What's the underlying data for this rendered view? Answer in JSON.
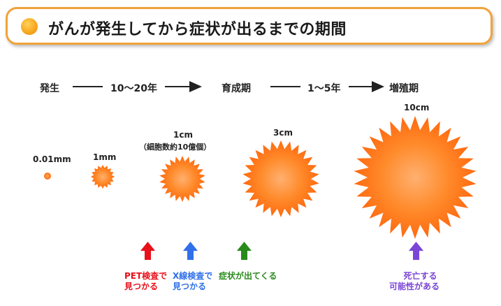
{
  "title": "がんが発生してから症状が出るまでの期間",
  "stages": {
    "onset": "発生",
    "period1": "10〜20年",
    "growth": "育成期",
    "period2": "1〜5年",
    "proliferation": "増殖期"
  },
  "sizes": {
    "s1": "0.01mm",
    "s2": "1mm",
    "s3": "1cm",
    "s3_sub": "（細胞数約10億個）",
    "s4": "3cm",
    "s5": "10cm"
  },
  "detections": [
    {
      "line1": "PET検査で",
      "line2": "見つかる",
      "color": "#e8101a"
    },
    {
      "line1": "X線検査で",
      "line2": "見つかる",
      "color": "#2f6fe8"
    },
    {
      "line1": "症状が出てくる",
      "line2": "",
      "color": "#2a8a1c"
    },
    {
      "line1": "死亡する",
      "line2": "可能性がある",
      "color": "#7b45d6"
    }
  ],
  "colors": {
    "accent": "#f0a33a",
    "tumor": "#ff7a1a",
    "tumor_core": "#ffb070"
  }
}
